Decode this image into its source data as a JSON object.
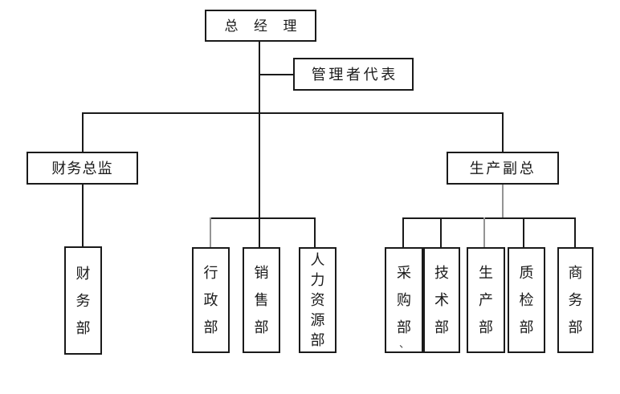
{
  "colors": {
    "background": "#ffffff",
    "box_border": "#1a1a1a",
    "connector": "#1a1a1a",
    "connector_muted": "#949494",
    "text": "#1a1a1a"
  },
  "org": {
    "root": {
      "label": "总 经 理"
    },
    "staff": {
      "label": "管理者代表"
    },
    "level2": [
      {
        "label": "财务总监"
      },
      {
        "label": "生产副总"
      }
    ],
    "departments": {
      "finance": {
        "label": "财务部"
      },
      "admin": {
        "label": "行政部"
      },
      "sales": {
        "label": "销售部"
      },
      "hr": {
        "label": "人力资源部"
      },
      "purchasing": {
        "label": "采购部"
      },
      "tech": {
        "label": "技术部"
      },
      "production": {
        "label": "生产部"
      },
      "qc": {
        "label": "质检部"
      },
      "commerce": {
        "label": "商务部"
      }
    },
    "stray_mark": "、"
  }
}
